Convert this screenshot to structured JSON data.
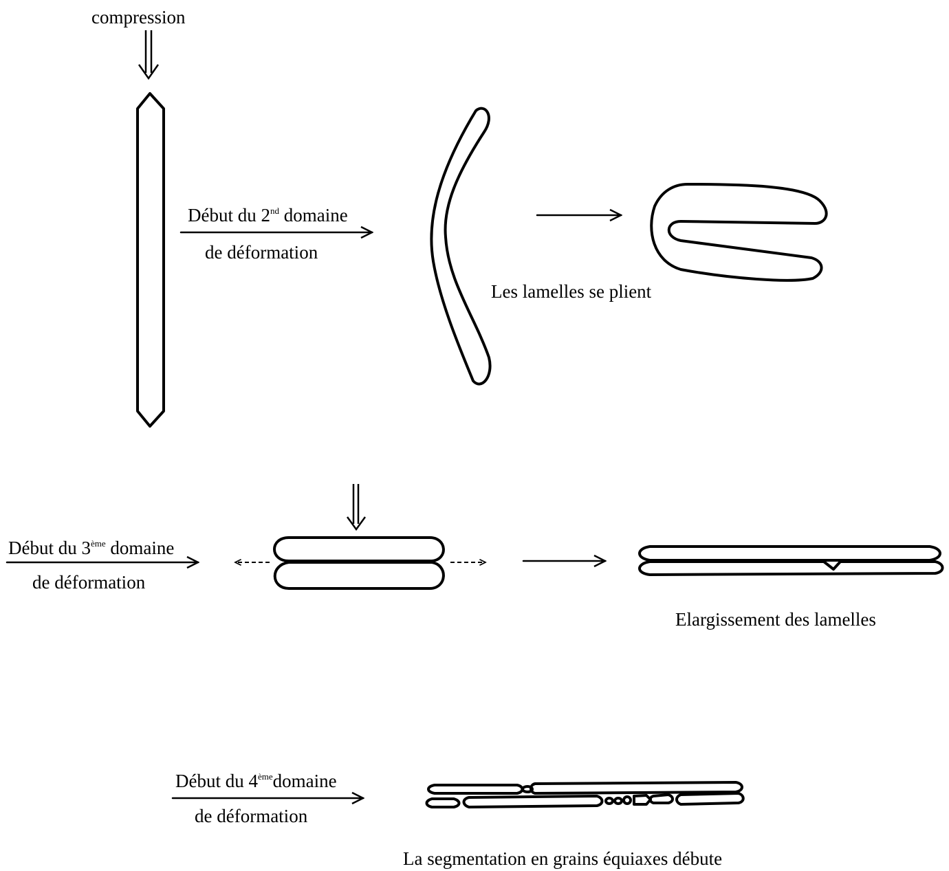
{
  "labels": {
    "compression": "compression",
    "stage2_line1": "Début du 2",
    "stage2_sup": "nd",
    "stage2_line1_end": " domaine",
    "stage2_line2": "de déformation",
    "fold_caption": "Les lamelles se plient",
    "stage3_line1": "Début du 3",
    "stage3_sup": "ème",
    "stage3_line1_end": " domaine",
    "stage3_line2": "de déformation",
    "widen_caption": "Elargissement des lamelles",
    "stage4_line1": "Début du 4",
    "stage4_sup": "ème",
    "stage4_line1_end": "domaine",
    "stage4_line2": "de déformation",
    "segment_caption": "La segmentation en grains équiaxes débute"
  }
}
